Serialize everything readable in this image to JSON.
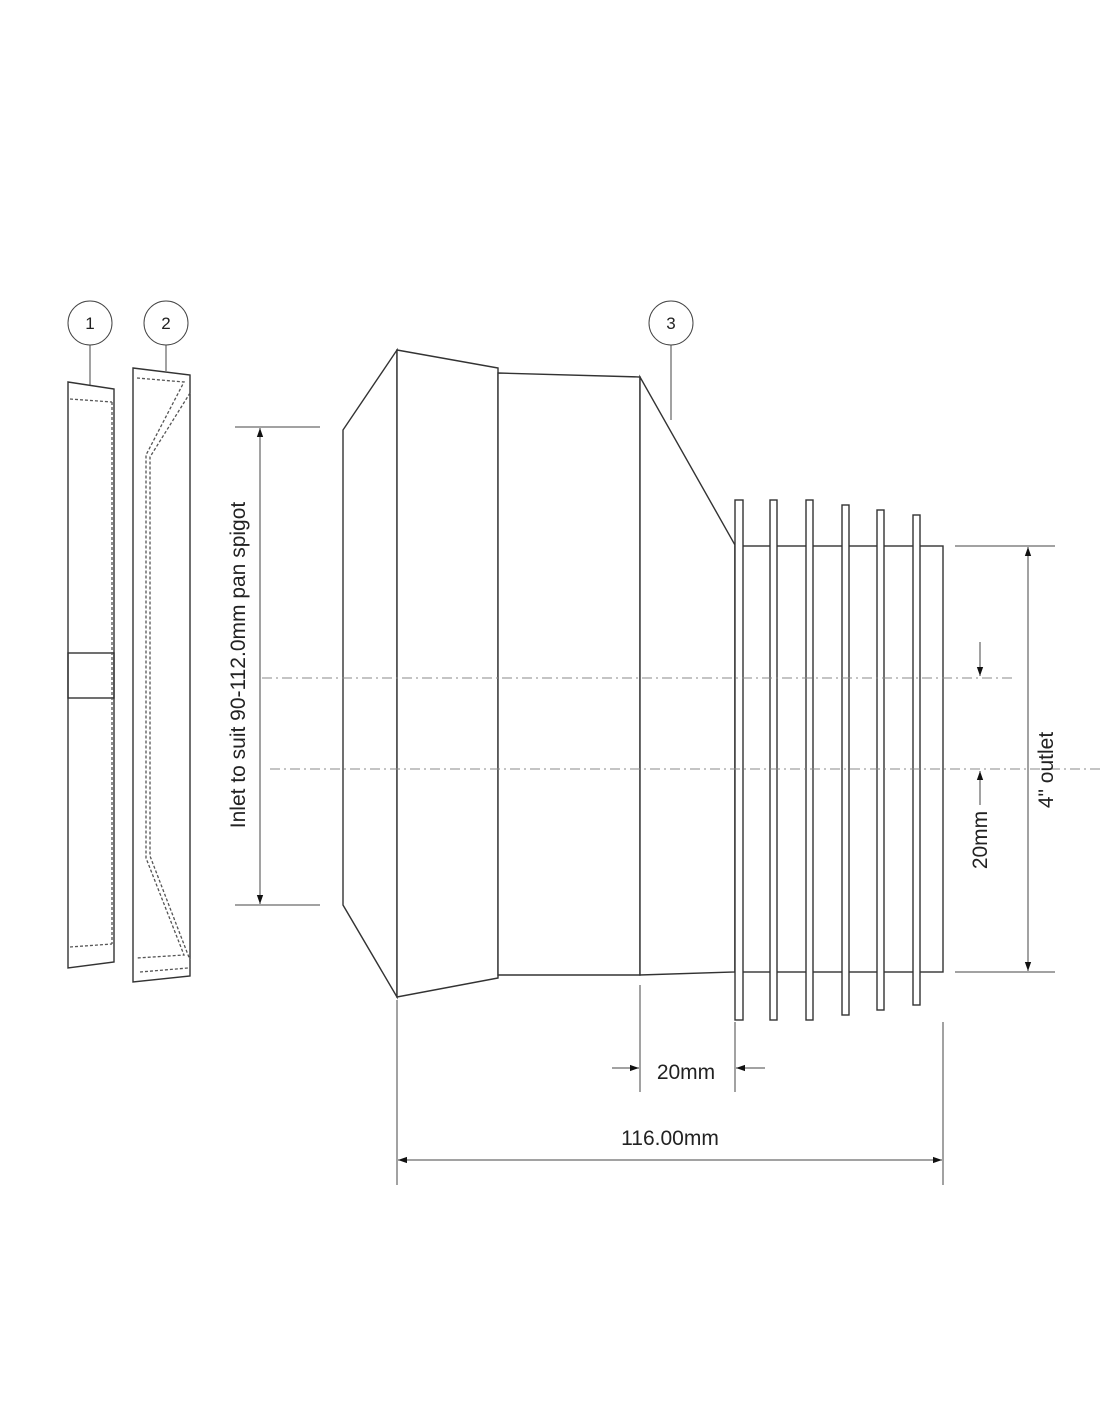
{
  "callouts": [
    "1",
    "2",
    "3"
  ],
  "dimensions": {
    "inlet": "Inlet to suit 90-112.0mm pan spigot",
    "outlet": "4\" outlet",
    "offset": "20mm",
    "spigot_length": "20mm",
    "overall_length": "116.00mm"
  },
  "colors": {
    "line": "#333333",
    "centerline": "#888888",
    "background": "#ffffff"
  }
}
